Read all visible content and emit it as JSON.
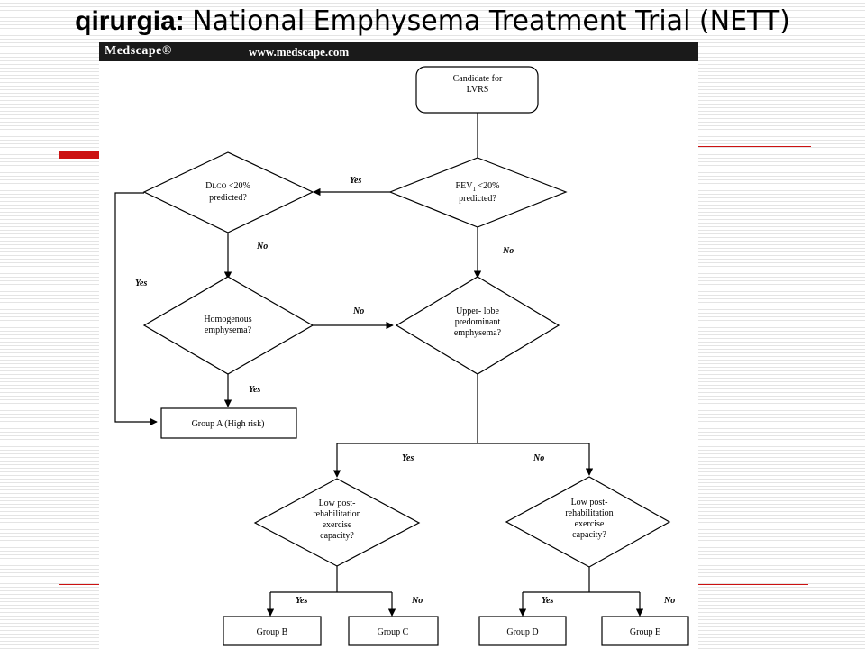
{
  "slide": {
    "title_prefix": "qirurgia:",
    "title": "National Emphysema Treatment Trial (NETT)"
  },
  "figure": {
    "banner_logo": "Medscape®",
    "banner_url": "www.medscape.com"
  },
  "flowchart": {
    "candidate": [
      "Candidate for",
      "LVRS"
    ],
    "fev1": {
      "prefix": "FEV",
      "sub": "1",
      "rest": " <20%",
      "line2": "predicted?"
    },
    "dlco": {
      "prefix": "D",
      "small": "LCO",
      "rest": " <20%",
      "line2": "predicted?"
    },
    "homogenous": [
      "Homogenous",
      "emphysema?"
    ],
    "upper_lobe": [
      "Upper- lobe",
      "predominant",
      "emphysema?"
    ],
    "group_a": "Group A (High risk)",
    "low_left": [
      "Low post-",
      "rehabilitation",
      "exercise",
      "capacity?"
    ],
    "low_right": [
      "Low post-",
      "rehabilitation",
      "exercise",
      "capacity?"
    ],
    "group_b": "Group B",
    "group_c": "Group C",
    "group_d": "Group D",
    "group_e": "Group E",
    "yes": "Yes",
    "no": "No"
  }
}
